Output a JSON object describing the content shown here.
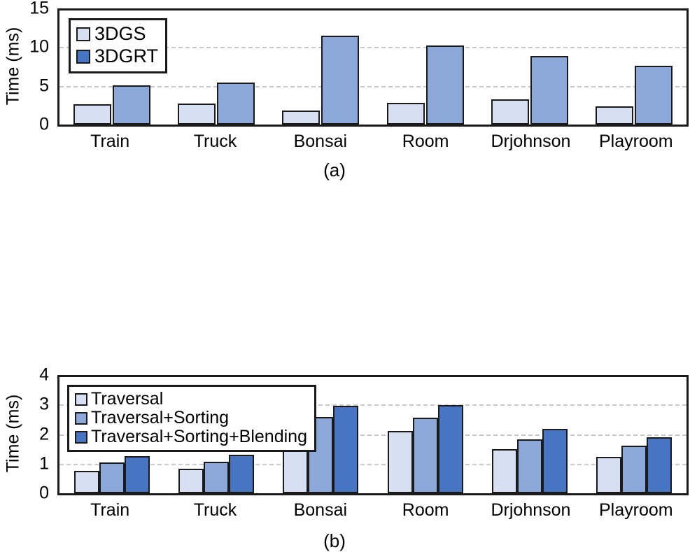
{
  "chart_data": [
    {
      "type": "bar",
      "panel": "a",
      "caption": "(a)",
      "title": "",
      "xlabel": "",
      "ylabel": "Time (ms)",
      "ylim": [
        0,
        15
      ],
      "yticks": [
        "15",
        "10",
        "5",
        "0"
      ],
      "ytick_values": [
        15,
        10,
        5,
        0
      ],
      "grid": true,
      "gridlines": [
        10,
        5
      ],
      "legend_position": "top-left",
      "categories": [
        "Train",
        "Truck",
        "Bonsai",
        "Room",
        "Drjohnson",
        "Playroom"
      ],
      "series": [
        {
          "name": "3DGS",
          "color": "#d6e0f2",
          "values": [
            2.7,
            2.75,
            1.85,
            2.85,
            3.3,
            2.4
          ]
        },
        {
          "name": "3DGRT",
          "color": "#4874c4",
          "values": [
            5.2,
            5.5,
            11.65,
            10.4,
            9.05,
            7.7
          ]
        }
      ]
    },
    {
      "type": "bar",
      "panel": "b",
      "caption": "(b)",
      "title": "",
      "xlabel": "",
      "ylabel": "Time (ms)",
      "ylim": [
        0,
        4
      ],
      "yticks": [
        "4",
        "3",
        "2",
        "1",
        "0"
      ],
      "ytick_values": [
        4,
        3,
        2,
        1,
        0
      ],
      "grid": true,
      "gridlines": [
        3,
        2,
        1
      ],
      "legend_position": "top-left",
      "categories": [
        "Train",
        "Truck",
        "Bonsai",
        "Room",
        "Drjohnson",
        "Playroom"
      ],
      "series": [
        {
          "name": "Traversal",
          "color": "#d6e0f2",
          "values": [
            0.78,
            0.84,
            2.24,
            2.14,
            1.52,
            1.25
          ]
        },
        {
          "name": "Traversal+Sorting",
          "color": "#8ba8d8",
          "values": [
            1.05,
            1.09,
            2.62,
            2.6,
            1.85,
            1.65
          ]
        },
        {
          "name": "Traversal+Sorting+Blending",
          "color": "#4874c4",
          "values": [
            1.27,
            1.32,
            3.02,
            3.03,
            2.21,
            1.93
          ]
        }
      ]
    }
  ],
  "colors": {
    "series_light": "#d6e0f2",
    "series_mid": "#8ba8d8",
    "series_dark": "#4874c4",
    "outline": "#1a1a1a",
    "gridline": "#c9c9c9",
    "background": "#ffffff"
  }
}
